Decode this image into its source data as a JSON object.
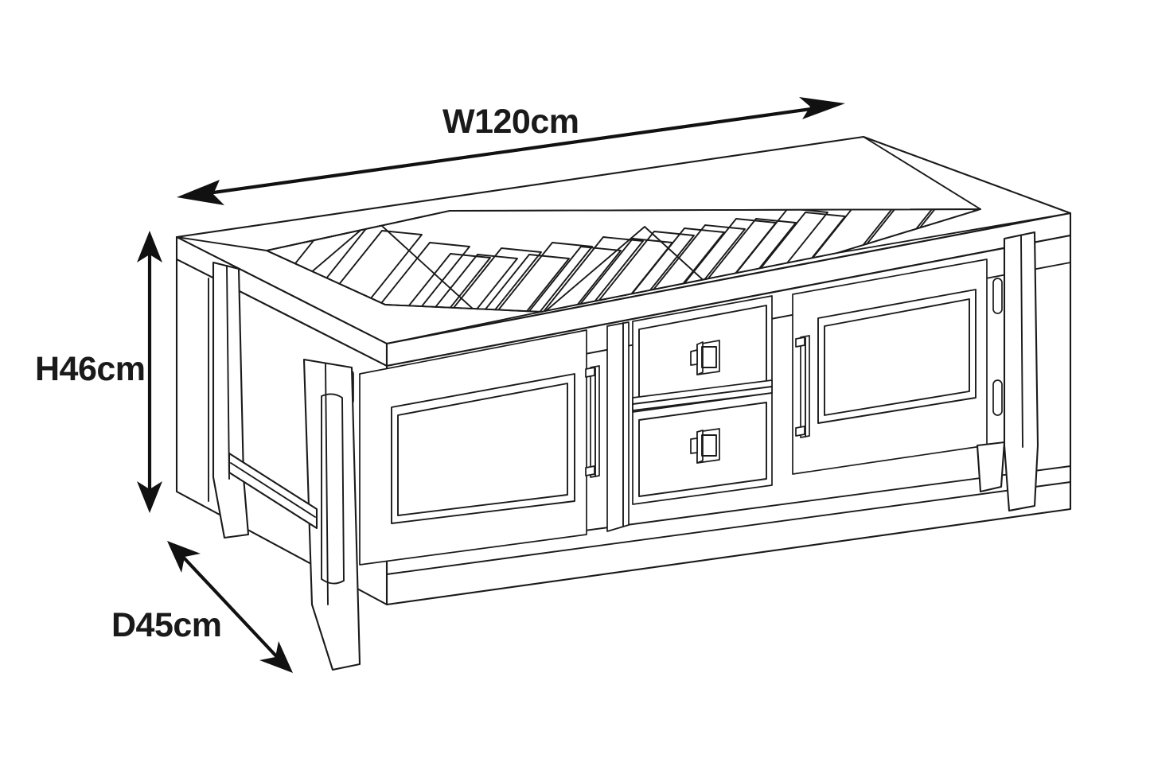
{
  "diagram": {
    "title": "Coffee table dimension diagram",
    "subject": "parquet top coffee table with two doors and two drawers",
    "background_color": "#ffffff",
    "line_color": "#1a1a1a",
    "label_color": "#111111"
  },
  "dimensions": {
    "width": {
      "label": "W120cm",
      "value": 120,
      "unit": "cm",
      "axis": "width",
      "arrow": "double-headed"
    },
    "height": {
      "label": "H46cm",
      "value": 46,
      "unit": "cm",
      "axis": "height",
      "arrow": "double-headed"
    },
    "depth": {
      "label": "D45cm",
      "value": 45,
      "unit": "cm",
      "axis": "depth",
      "arrow": "double-headed"
    }
  },
  "furniture": {
    "top": {
      "name": "parquet-herringbone-top",
      "pattern": "herringbone",
      "border": "mitred frame"
    },
    "left_door": {
      "name": "left-cupboard-door",
      "panel": "recessed rectangular panel",
      "handle": "vertical bar handle",
      "hinges": 2
    },
    "right_door": {
      "name": "right-cupboard-door",
      "panel": "recessed rectangular panel",
      "handle": "vertical bar handle",
      "hinges": 2
    },
    "drawers": [
      {
        "name": "upper-drawer",
        "knob": "square knob"
      },
      {
        "name": "lower-drawer",
        "knob": "square knob"
      }
    ],
    "legs": {
      "count": 4,
      "style": "tapered with grooves"
    },
    "stretcher": {
      "name": "lower-stretcher-rail"
    }
  }
}
